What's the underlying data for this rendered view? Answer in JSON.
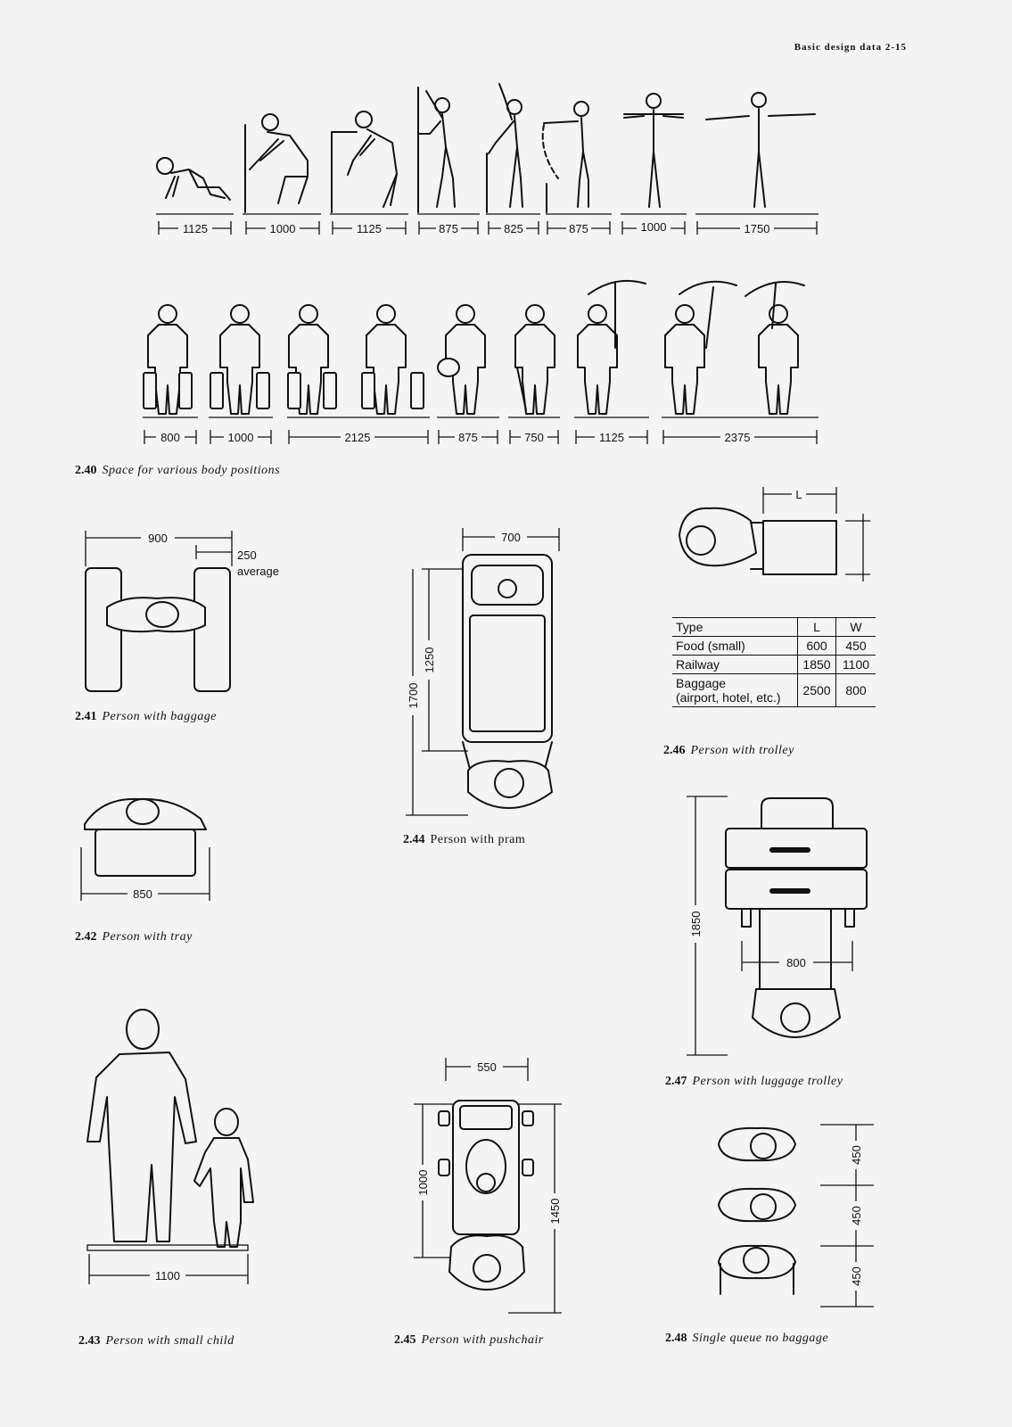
{
  "header": {
    "running_title": "Basic design data 2-15"
  },
  "fig_2_40": {
    "number": "2.40",
    "caption": "Space for various body positions",
    "row1_dims": [
      "1125",
      "1000",
      "1125",
      "875",
      "825",
      "875",
      "1000",
      "1750"
    ],
    "row2_dims": [
      "800",
      "1000",
      "2125",
      "875",
      "750",
      "1125",
      "2375"
    ]
  },
  "fig_2_41": {
    "number": "2.41",
    "caption": "Person with baggage",
    "width": "900",
    "case": "250",
    "case_note": "average"
  },
  "fig_2_42": {
    "number": "2.42",
    "caption": "Person with tray",
    "width": "850"
  },
  "fig_2_43": {
    "number": "2.43",
    "caption": "Person with small child",
    "width": "1100"
  },
  "fig_2_44": {
    "number": "2.44",
    "caption": "Person with pram",
    "width": "700",
    "pram_length": "1250",
    "total_length": "1700"
  },
  "fig_2_45": {
    "number": "2.45",
    "caption": "Person with pushchair",
    "width": "550",
    "chair_length": "1000",
    "total_length": "1450"
  },
  "fig_2_46": {
    "number": "2.46",
    "caption": "Person with trolley",
    "dim_label": "L",
    "table": {
      "headers": [
        "Type",
        "L",
        "W"
      ],
      "rows": [
        {
          "type": "Food  (small)",
          "type_note": "",
          "l": "600",
          "w": "450"
        },
        {
          "type": "Railway",
          "type_note": "",
          "l": "1850",
          "w": "1100"
        },
        {
          "type": "Baggage",
          "type_note": "(airport, hotel, etc.)",
          "l": "2500",
          "w": "800"
        }
      ]
    }
  },
  "fig_2_47": {
    "number": "2.47",
    "caption": "Person with luggage trolley",
    "length": "1850",
    "width": "800"
  },
  "fig_2_48": {
    "number": "2.48",
    "caption": "Single queue no baggage",
    "spacings": [
      "450",
      "450",
      "450"
    ]
  }
}
